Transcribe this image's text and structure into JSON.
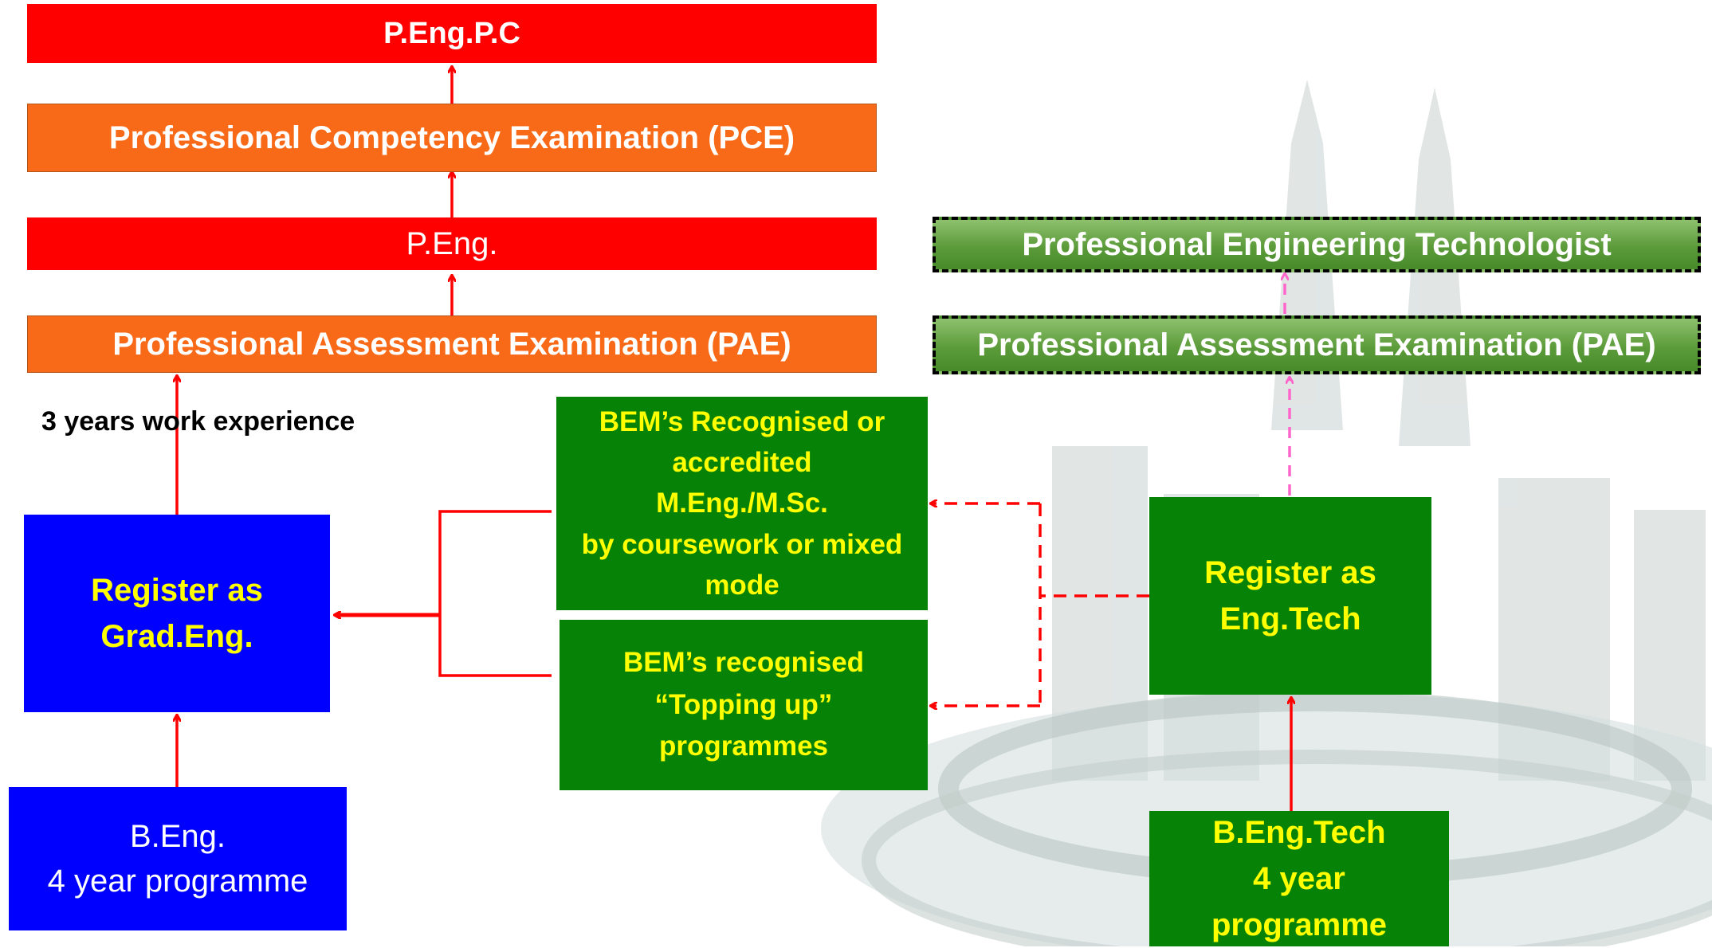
{
  "diagram": {
    "peng_pc": "P.Eng.P.C",
    "pce": "Professional Competency Examination (PCE)",
    "peng": "P.Eng.",
    "pae_left": "Professional Assessment Examination (PAE)",
    "work_experience": "3 years work experience",
    "grad_eng": "Register as\nGrad.Eng.",
    "beng": "B.Eng.\n4 year programme",
    "bem_recognised": "BEM’s Recognised or\naccredited\nM.Eng./M.Sc.\nby coursework or mixed\nmode",
    "topping_up": "BEM’s recognised\n“Topping up”\nprogrammes",
    "pet": "Professional Engineering Technologist",
    "pae_right": "Professional Assessment Examination (PAE)",
    "eng_tech": "Register as\nEng.Tech",
    "beng_tech": "B.Eng.Tech\n4 year\nprogramme"
  },
  "colors": {
    "red": "#ff0000",
    "orange": "#f86a18",
    "blue": "#0000ff",
    "green": "#068306",
    "yellow_text": "#ffff00",
    "pink_arrow": "#ff66cc"
  }
}
